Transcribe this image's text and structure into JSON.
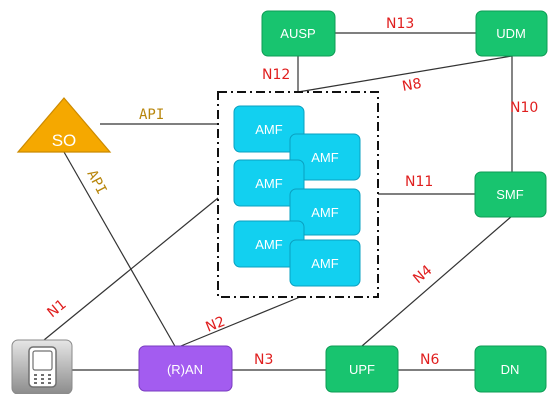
{
  "nodes": {
    "ausp": "AUSP",
    "udm": "UDM",
    "smf": "SMF",
    "upf": "UPF",
    "dn": "DN",
    "ran": "(R)AN",
    "so": "SO",
    "amf": [
      "AMF",
      "AMF",
      "AMF",
      "AMF",
      "AMF",
      "AMF"
    ]
  },
  "links": {
    "n13": "N13",
    "n12": "N12",
    "n8": "N8",
    "n10": "N10",
    "n11": "N11",
    "n4": "N4",
    "n1": "N1",
    "n2": "N2",
    "n3": "N3",
    "n6": "N6",
    "api_so_amf": "API",
    "api_so_ran": "API"
  },
  "colors": {
    "network_function": "#18c46f",
    "amf": "#12d0f0",
    "ran": "#a35cf0",
    "so": "#f5a800",
    "link_label": "#e01e1e",
    "api_label": "#b8860b",
    "line": "#333333"
  }
}
